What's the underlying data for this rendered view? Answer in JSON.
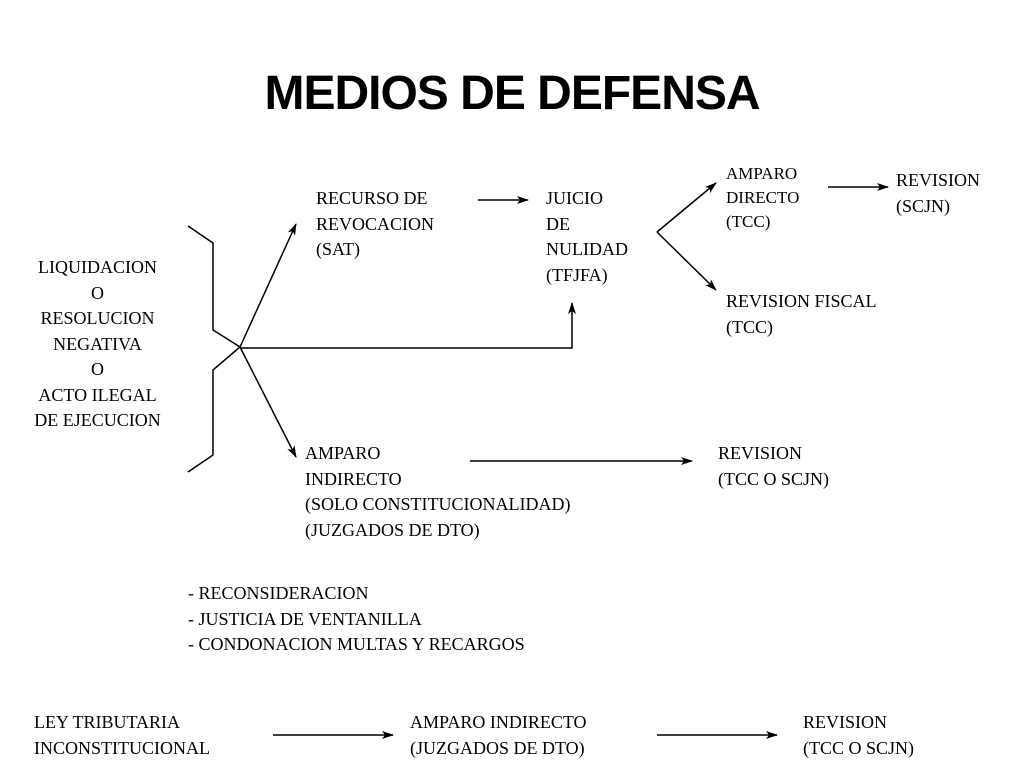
{
  "title": "MEDIOS DE DEFENSA",
  "nodes": {
    "origen": [
      "LIQUIDACION",
      "O",
      "RESOLUCION",
      "NEGATIVA",
      "O",
      "ACTO ILEGAL",
      "DE EJECUCION"
    ],
    "recurso_revocacion": [
      "RECURSO DE",
      "REVOCACION",
      "(SAT)"
    ],
    "juicio_nulidad": [
      "JUICIO",
      "DE",
      "NULIDAD",
      "(TFJFA)"
    ],
    "amparo_directo": [
      "AMPARO",
      "DIRECTO",
      "(TCC)"
    ],
    "revision_scjn": [
      "REVISION",
      "(SCJN)"
    ],
    "revision_fiscal": [
      "REVISION FISCAL",
      "(TCC)"
    ],
    "amparo_indirecto": [
      "AMPARO",
      "INDIRECTO",
      "(SOLO CONSTITUCIONALIDAD)",
      "(JUZGADOS DE DTO)"
    ],
    "revision_tcc_scjn": [
      "REVISION",
      "(TCC O SCJN)"
    ]
  },
  "otros_medios": [
    "- RECONSIDERACION",
    "- JUSTICIA DE VENTANILLA",
    "- CONDONACION MULTAS Y RECARGOS"
  ],
  "ley": {
    "origen": [
      "LEY TRIBUTARIA",
      "INCONSTITUCIONAL"
    ],
    "amparo": [
      "AMPARO INDIRECTO",
      "(JUZGADOS DE DTO)"
    ],
    "revision": [
      "REVISION",
      "(TCC O SCJN)"
    ]
  }
}
